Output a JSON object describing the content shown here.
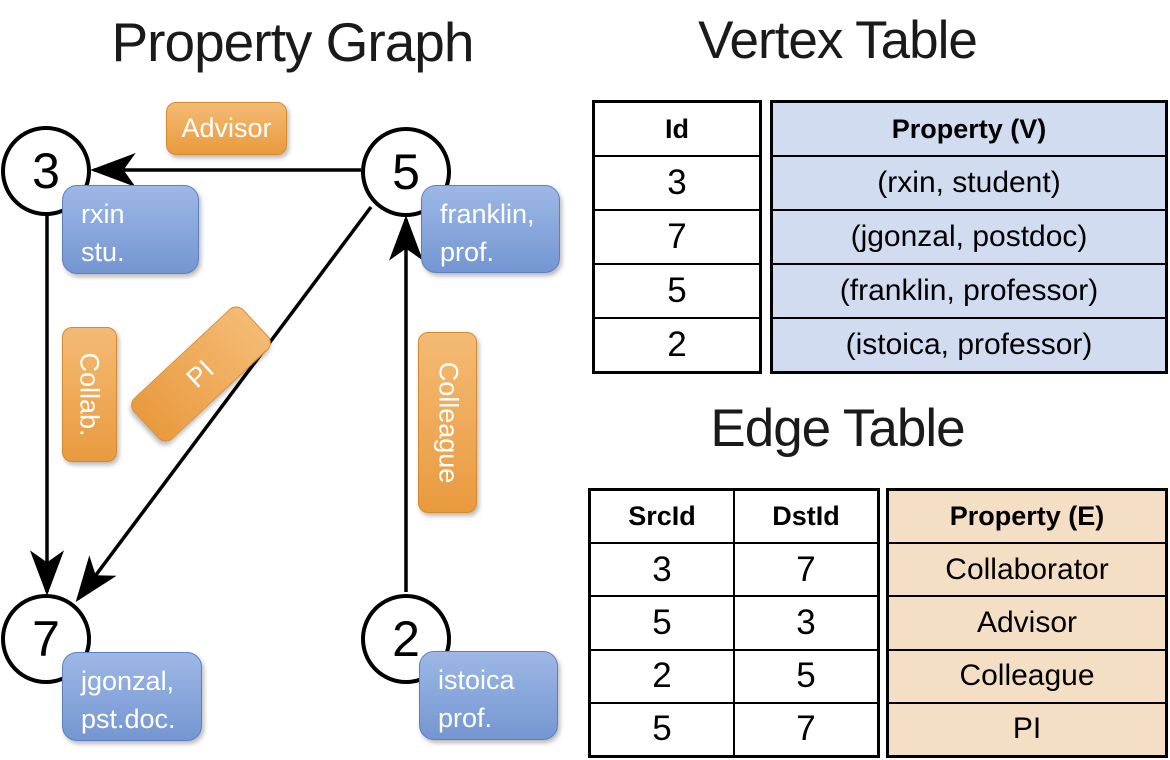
{
  "colors": {
    "orange_top": "#f4bb74",
    "orange_bottom": "#e99a3e",
    "orange_border": "#d68a2d",
    "blue_top": "#9db8e6",
    "blue_bottom": "#7496d1",
    "blue_border": "#5b7fc0",
    "vertex_fill": "#d2dcf0",
    "edge_fill": "#f5dfc4"
  },
  "graph": {
    "title": "Property Graph",
    "nodes": [
      {
        "id": "3",
        "line1": "rxin",
        "line2": "stu."
      },
      {
        "id": "5",
        "line1": "franklin,",
        "line2": "prof."
      },
      {
        "id": "7",
        "line1": "jgonzal,",
        "line2": "pst.doc."
      },
      {
        "id": "2",
        "line1": "istoica",
        "line2": "prof."
      }
    ],
    "edge_labels": {
      "advisor": "Advisor",
      "collab": "Collab.",
      "pi": "PI",
      "colleague": "Colleague"
    }
  },
  "vertex_table": {
    "title": "Vertex Table",
    "headers": {
      "id": "Id",
      "property": "Property (V)"
    },
    "rows": [
      {
        "id": "3",
        "property": "(rxin, student)"
      },
      {
        "id": "7",
        "property": "(jgonzal, postdoc)"
      },
      {
        "id": "5",
        "property": "(franklin, professor)"
      },
      {
        "id": "2",
        "property": "(istoica, professor)"
      }
    ]
  },
  "edge_table": {
    "title": "Edge Table",
    "headers": {
      "src": "SrcId",
      "dst": "DstId",
      "property": "Property (E)"
    },
    "rows": [
      {
        "src": "3",
        "dst": "7",
        "property": "Collaborator"
      },
      {
        "src": "5",
        "dst": "3",
        "property": "Advisor"
      },
      {
        "src": "2",
        "dst": "5",
        "property": "Colleague"
      },
      {
        "src": "5",
        "dst": "7",
        "property": "PI"
      }
    ]
  }
}
